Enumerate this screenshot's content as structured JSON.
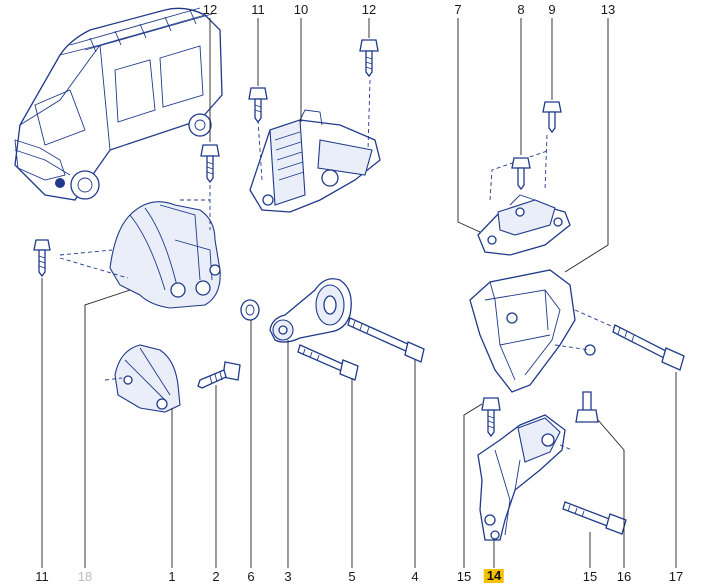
{
  "callouts": {
    "top_12a": "12",
    "top_11": "11",
    "top_10": "10",
    "top_12b": "12",
    "top_7": "7",
    "top_8": "8",
    "top_9": "9",
    "top_13": "13",
    "bot_11": "11",
    "bot_18": "18",
    "bot_2": "2",
    "bot_6": "6",
    "bot_3": "3",
    "bot_5": "5",
    "bot_4": "4",
    "bot_15a": "15",
    "bot_14": "14",
    "bot_15b": "15",
    "bot_16": "16",
    "bot_17": "17"
  },
  "colors": {
    "line": "#1f3a8a",
    "highlight": "#f6c200",
    "dimmed": "#bdbdbd"
  }
}
